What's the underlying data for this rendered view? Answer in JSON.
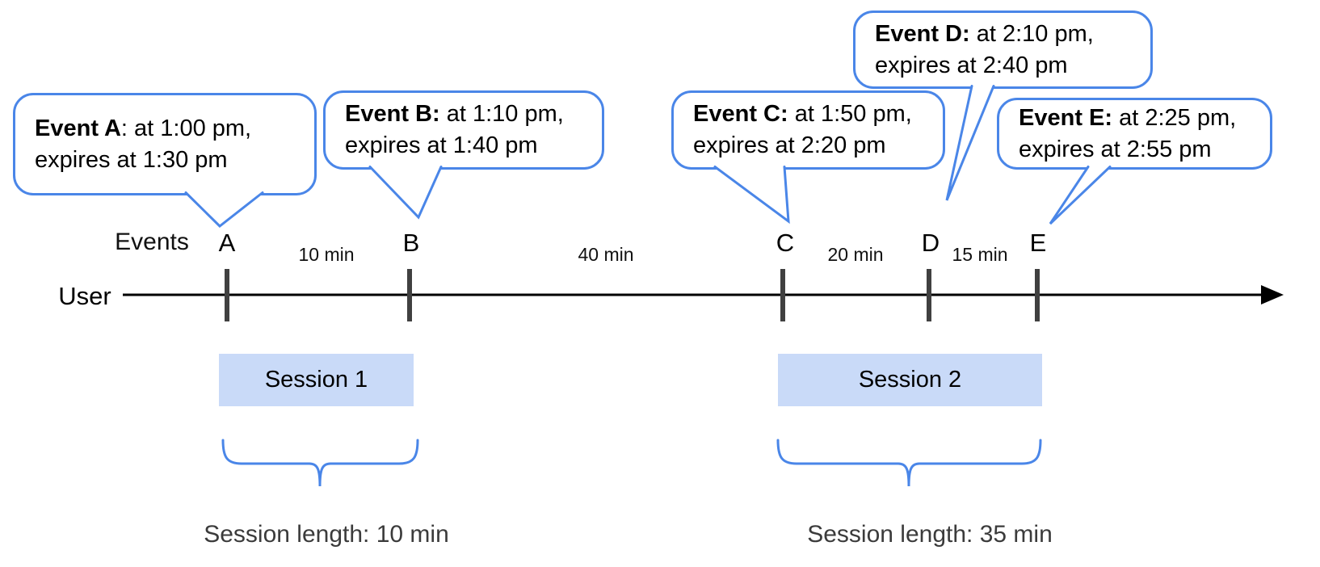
{
  "bubbles": [
    {
      "title": "Event A",
      "rest": ": at 1:00 pm,",
      "line2": "expires at 1:30 pm"
    },
    {
      "title": "Event B:",
      "rest": " at 1:10 pm,",
      "line2": "expires at 1:40 pm"
    },
    {
      "title": "Event C:",
      "rest": " at 1:50 pm,",
      "line2": "expires at 2:20 pm"
    },
    {
      "title": "Event D:",
      "rest": " at 2:10 pm,",
      "line2": "expires at 2:40 pm"
    },
    {
      "title": "Event E:",
      "rest": " at 2:25 pm,",
      "line2": "expires at 2:55 pm"
    }
  ],
  "timeline": {
    "events_row_label": "Events",
    "user_row_label": "User",
    "tick_labels": [
      "A",
      "B",
      "C",
      "D",
      "E"
    ],
    "interval_labels": [
      "10 min",
      "40 min",
      "20 min",
      "15 min"
    ]
  },
  "sessions": [
    {
      "label": "Session 1",
      "length_label": "Session length: 10 min"
    },
    {
      "label": "Session 2",
      "length_label": "Session length: 35 min"
    }
  ],
  "colors": {
    "bubble_border": "#4a86e8",
    "brace": "#4a86e8",
    "session_fill": "#c9daf8",
    "tick": "#404040",
    "axis": "#000000"
  }
}
